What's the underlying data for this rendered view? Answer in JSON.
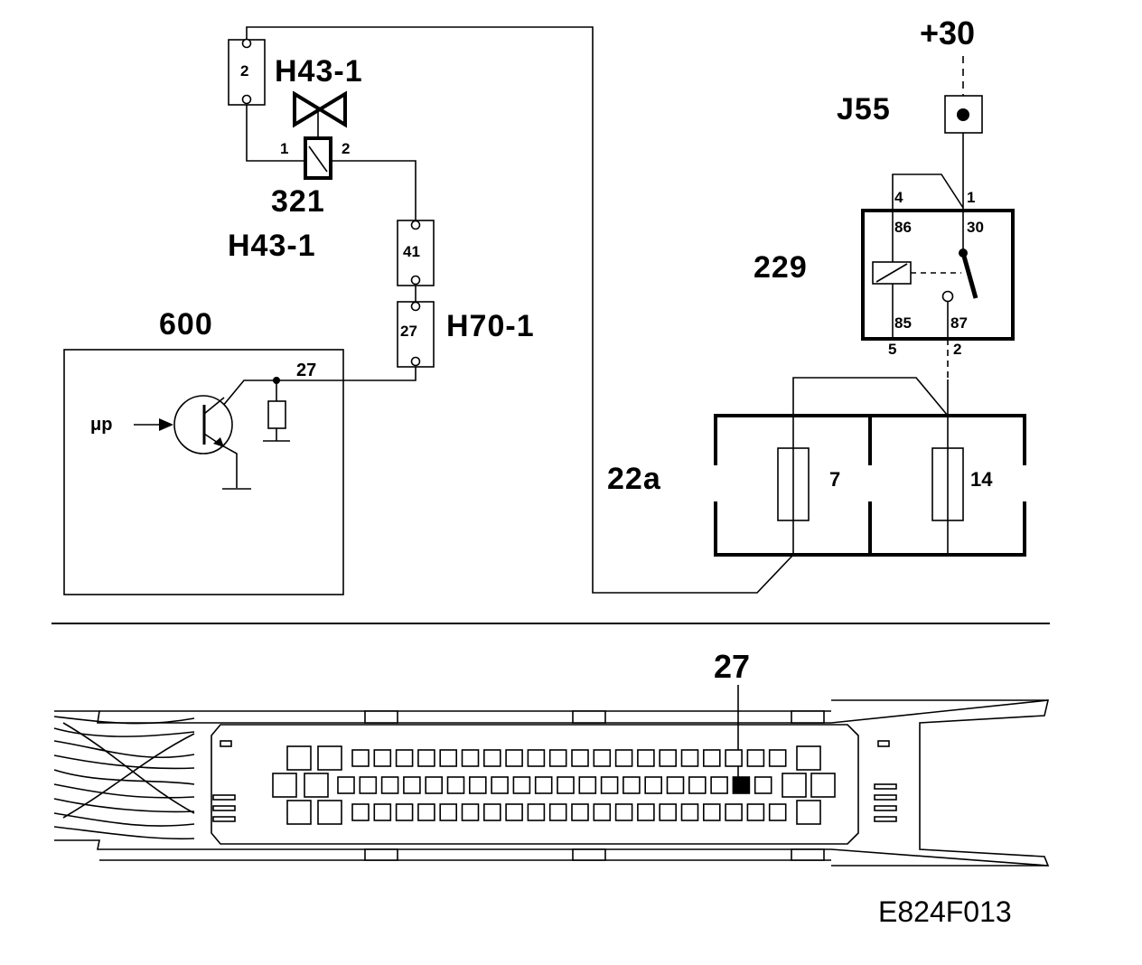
{
  "labels": {
    "plus30": "+30",
    "j55": "J55",
    "relay": "229",
    "relay_pin_4": "4",
    "relay_pin_1": "1",
    "relay_pin_86": "86",
    "relay_pin_30": "30",
    "relay_pin_85": "85",
    "relay_pin_87": "87",
    "relay_pin_5": "5",
    "relay_pin_2": "2",
    "fusebox": "22a",
    "fuse_7": "7",
    "fuse_14": "14",
    "h43_top": "H43-1",
    "h43_mid": "H43-1",
    "h70": "H70-1",
    "valve": "321",
    "valve_pin_1": "1",
    "valve_pin_2": "2",
    "conn_2": "2",
    "conn_41": "41",
    "conn_27": "27",
    "ecu": "600",
    "ecu_pin_27": "27",
    "up": "μp",
    "pin_callout": "27",
    "figure_code": "E824F013"
  },
  "connector": {
    "rows": 3,
    "highlighted_row": 2,
    "highlighted_pin": 27
  }
}
